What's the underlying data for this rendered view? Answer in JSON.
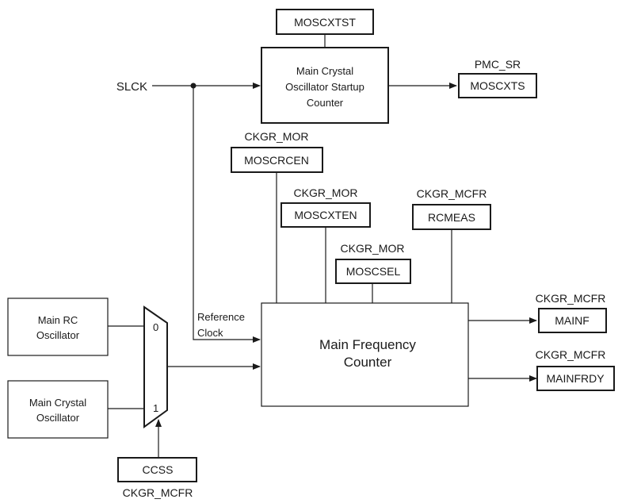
{
  "signals": {
    "slck": "SLCK",
    "reference_clock_line1": "Reference",
    "reference_clock_line2": "Clock"
  },
  "blocks": {
    "startup_counter": [
      "Main Crystal",
      "Oscillator Startup",
      "Counter"
    ],
    "main_frequency_counter": [
      "Main Frequency",
      "Counter"
    ],
    "main_rc_oscillator": [
      "Main RC",
      "Oscillator"
    ],
    "main_crystal_oscillator": [
      "Main Crystal",
      "Oscillator"
    ]
  },
  "mux": {
    "input_0": "0",
    "input_1": "1"
  },
  "registers": {
    "moscxtst": {
      "field": "MOSCXTST"
    },
    "moscxts": {
      "owner": "PMC_SR",
      "field": "MOSCXTS"
    },
    "moscrcen": {
      "owner": "CKGR_MOR",
      "field": "MOSCRCEN"
    },
    "moscxten": {
      "owner": "CKGR_MOR",
      "field": "MOSCXTEN"
    },
    "rcmeas": {
      "owner": "CKGR_MCFR",
      "field": "RCMEAS"
    },
    "moscsel": {
      "owner": "CKGR_MOR",
      "field": "MOSCSEL"
    },
    "mainf": {
      "owner": "CKGR_MCFR",
      "field": "MAINF"
    },
    "mainfrdy": {
      "owner": "CKGR_MCFR",
      "field": "MAINFRDY"
    },
    "ccss": {
      "owner": "CKGR_MCFR",
      "field": "CCSS"
    }
  }
}
